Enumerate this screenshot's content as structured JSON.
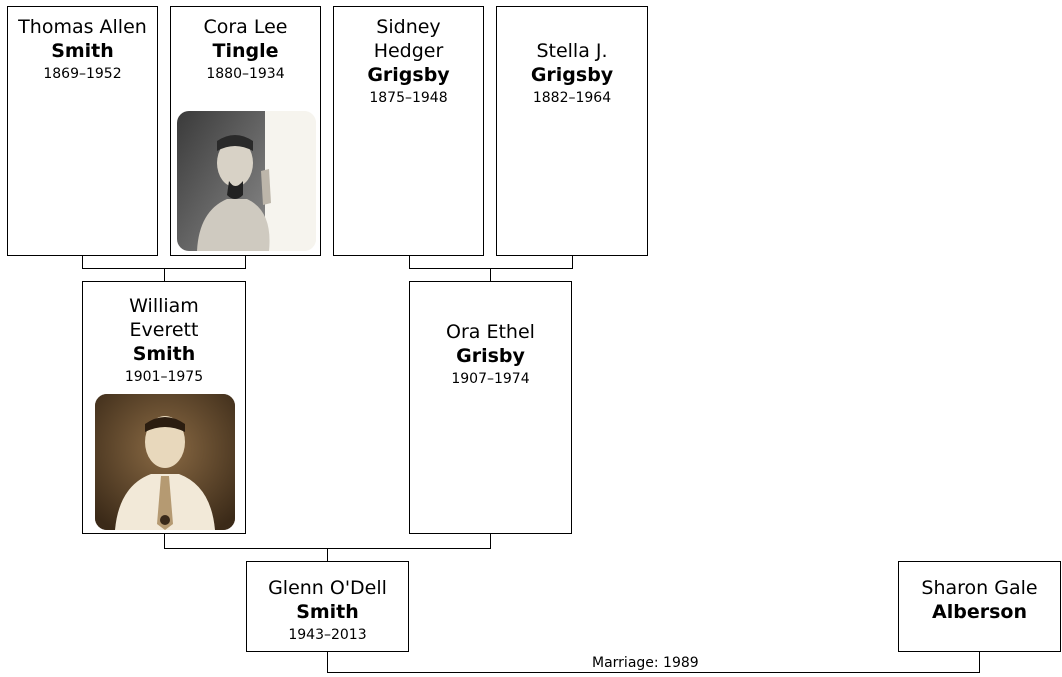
{
  "people": {
    "thomas": {
      "given": "Thomas Allen",
      "surname": "Smith",
      "dates": "1869–1952"
    },
    "cora": {
      "given": "Cora Lee",
      "surname": "Tingle",
      "dates": "1880–1934"
    },
    "sidney": {
      "given": "Sidney Hedger",
      "surname": "Grigsby",
      "dates": "1875–1948"
    },
    "stella": {
      "given": "Stella J.",
      "surname": "Grigsby",
      "dates": "1882–1964"
    },
    "william": {
      "given": "William Everett",
      "surname": "Smith",
      "dates": "1901–1975"
    },
    "ora": {
      "given": "Ora Ethel",
      "surname": "Grisby",
      "dates": "1907–1974"
    },
    "glenn": {
      "given": "Glenn O'Dell",
      "surname": "Smith",
      "dates": "1943–2013"
    },
    "sharon": {
      "given": "Sharon Gale",
      "surname": "Alberson",
      "dates": ""
    }
  },
  "marriage_label": "Marriage: 1989"
}
